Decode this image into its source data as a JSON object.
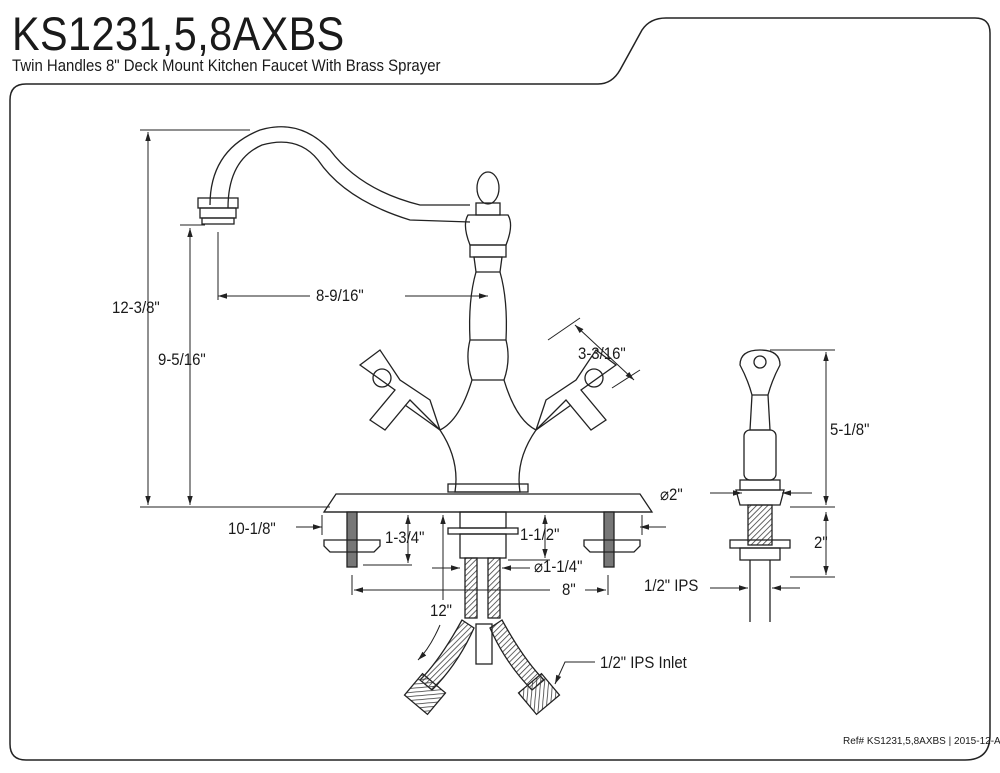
{
  "header": {
    "model": "KS1231,5,8AXBS",
    "description": "Twin Handles 8\" Deck Mount Kitchen Faucet With Brass Sprayer"
  },
  "dimensions": {
    "overall_height": "12-3/8\"",
    "spout_height": "9-5/16\"",
    "spout_reach": "8-9/16\"",
    "handle_length": "3-3/16\"",
    "sprayer_height": "5-1/8\"",
    "sprayer_diameter": "⌀2\"",
    "sprayer_shank": "2\"",
    "deck_plate_length": "10-1/8\"",
    "side_shank": "1-3/4\"",
    "center_shank": "1-1/2\"",
    "hole_diameter": "⌀1-1/4\"",
    "center_spread": "8\"",
    "supply_length": "12\"",
    "sprayer_connection": "1/2\" IPS",
    "inlet": "1/2\" IPS Inlet"
  },
  "footer": {
    "ref": "Ref# KS1231,5,8AXBS | 2015-12-A"
  }
}
